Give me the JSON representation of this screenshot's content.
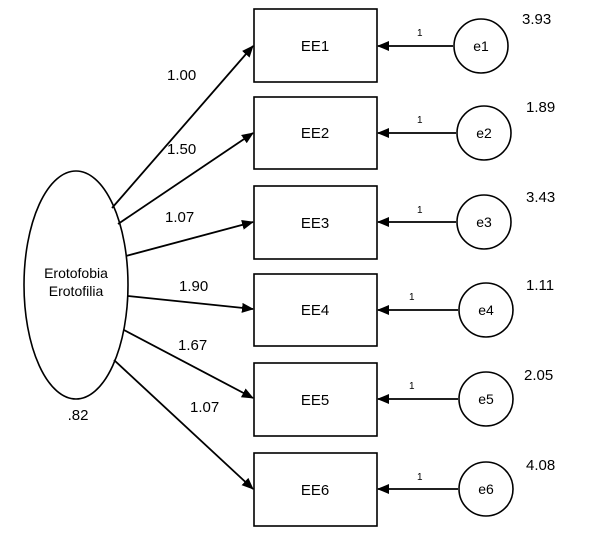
{
  "latent": {
    "label_line1": "Erotofobia",
    "label_line2": "Erotofilia",
    "variance": ".82"
  },
  "indicators": [
    {
      "name": "EE1",
      "loading": "1.00",
      "error": "e1",
      "error_path": "1",
      "error_variance": "3.93"
    },
    {
      "name": "EE2",
      "loading": "1.50",
      "error": "e2",
      "error_path": "1",
      "error_variance": "1.89"
    },
    {
      "name": "EE3",
      "loading": "1.07",
      "error": "e3",
      "error_path": "1",
      "error_variance": "3.43"
    },
    {
      "name": "EE4",
      "loading": "1.90",
      "error": "e4",
      "error_path": "1",
      "error_variance": "1.11"
    },
    {
      "name": "EE5",
      "loading": "1.67",
      "error": "e5",
      "error_path": "1",
      "error_variance": "2.05"
    },
    {
      "name": "EE6",
      "loading": "1.07",
      "error": "e6",
      "error_path": "1",
      "error_variance": "4.08"
    }
  ],
  "colors": {
    "stroke": "#000000",
    "background": "#ffffff"
  }
}
